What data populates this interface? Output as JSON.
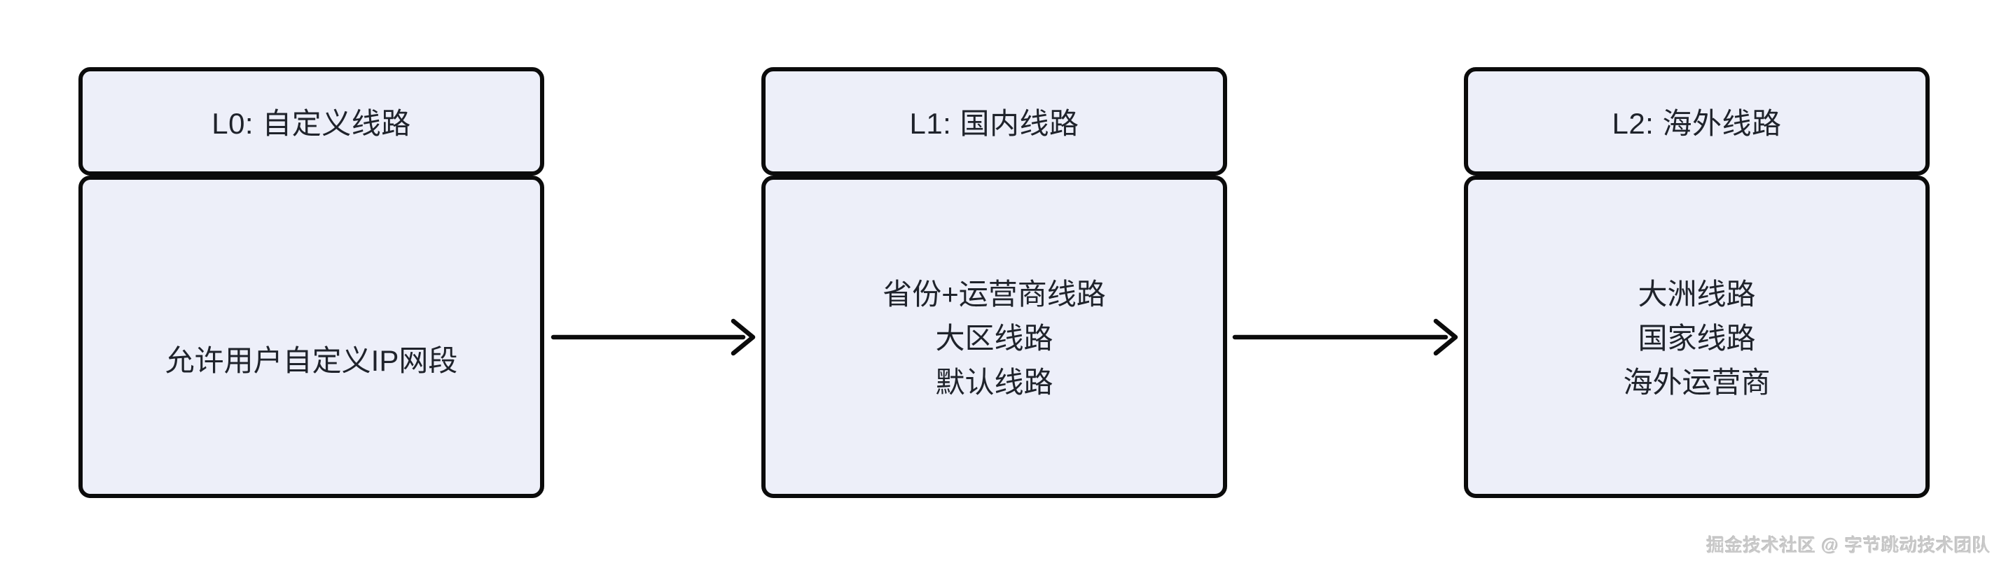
{
  "diagram": {
    "nodes": [
      {
        "id": "L0",
        "header": "L0: 自定义线路",
        "body_lines": [
          "允许用户自定义IP网段"
        ]
      },
      {
        "id": "L1",
        "header": "L1: 国内线路",
        "body_lines": [
          "省份+运营商线路",
          "大区线路",
          "默认线路"
        ]
      },
      {
        "id": "L2",
        "header": "L2: 海外线路",
        "body_lines": [
          "大洲线路",
          "国家线路",
          "海外运营商"
        ]
      }
    ],
    "arrows": [
      {
        "from": "L0",
        "to": "L1"
      },
      {
        "from": "L1",
        "to": "L2"
      }
    ]
  },
  "watermark": "掘金技术社区 @ 字节跳动技术团队",
  "colors": {
    "node_fill": "#edeff9",
    "node_border": "#0b0b0b",
    "text": "#1f232b",
    "watermark": "#c9c9c9",
    "background": "#ffffff"
  }
}
